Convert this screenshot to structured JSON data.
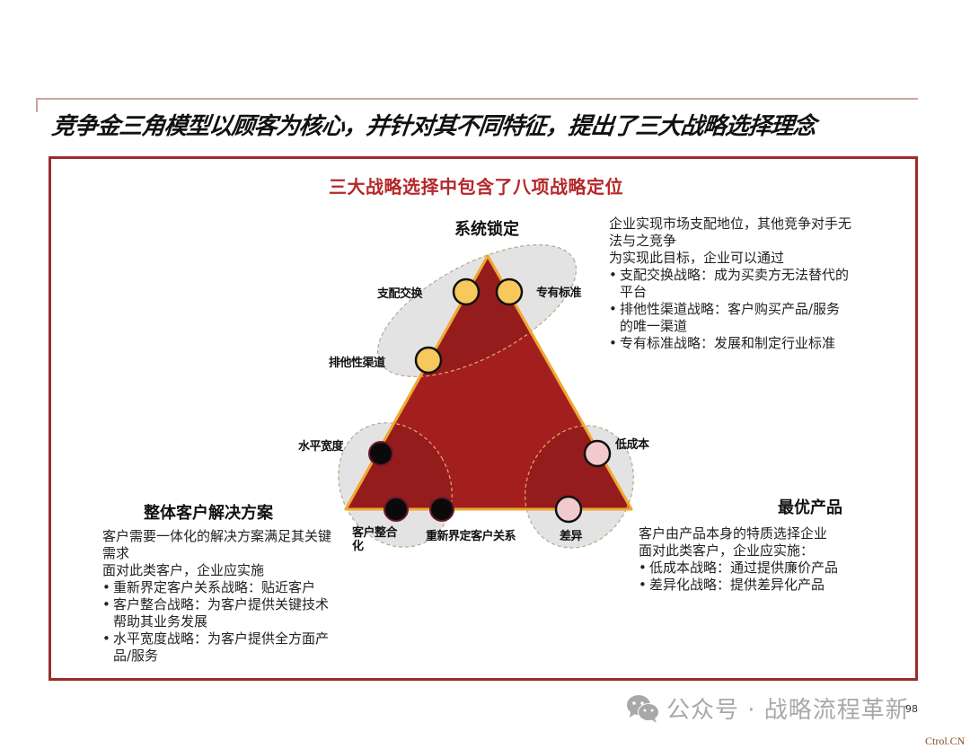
{
  "page": {
    "title": "竞争金三角模型以顾客为核心，并针对其不同特征，提出了三大战略选择理念",
    "page_number": "98"
  },
  "frame": {
    "title": "三大战略选择中包含了八项战略定位"
  },
  "colors": {
    "frame_border": "#9b2c2c",
    "frame_title": "#b5282a",
    "triangle_fill": "#a31f1f",
    "triangle_stroke": "#f0a830",
    "region_overlay": "#8b1a1a",
    "ellipse_fill": "#e3e3e3",
    "yellow_node": "#f7c85c",
    "black_node": "#0a0a0a",
    "pink_node": "#f2c9cc",
    "watermark": "#a8a8a8",
    "site_mark": "#8a4a1e"
  },
  "diagram": {
    "corners": {
      "top": {
        "title": "系统锁定"
      },
      "bottom_left": {
        "title": "整体客户解决方案"
      },
      "bottom_right": {
        "title": "最优产品"
      }
    },
    "nodes": [
      {
        "id": "dominant-exchange",
        "label": "支配交换",
        "group": "系统锁定",
        "color": "yellow"
      },
      {
        "id": "proprietary-standard",
        "label": "专有标准",
        "group": "系统锁定",
        "color": "yellow"
      },
      {
        "id": "restricted-access",
        "label": "排他性渠道",
        "group": "系统锁定",
        "color": "yellow"
      },
      {
        "id": "horizontal-breadth",
        "label": "水平宽度",
        "group": "整体客户解决方案",
        "color": "black"
      },
      {
        "id": "customer-integration",
        "label": "客户整合化",
        "group": "整体客户解决方案",
        "color": "black"
      },
      {
        "id": "redefine-relationship",
        "label": "重新界定客户关系",
        "group": "整体客户解决方案",
        "color": "black"
      },
      {
        "id": "low-cost",
        "label": "低成本",
        "group": "最优产品",
        "color": "pink"
      },
      {
        "id": "differentiation",
        "label": "差异",
        "group": "最优产品",
        "color": "pink"
      }
    ]
  },
  "descriptions": {
    "system_lockin": {
      "intro": [
        "企业实现市场支配地位，其他竞争对手无法与之竞争",
        "为实现此目标，企业可以通过"
      ],
      "bullets": [
        "支配交换战略：成为买卖方无法替代的平台",
        "排他性渠道战略：客户购买产品/服务的唯一渠道",
        "专有标准战略：发展和制定行业标准"
      ]
    },
    "total_solution": {
      "intro": [
        "客户需要一体化的解决方案满足其关键需求",
        "面对此类客户，企业应实施"
      ],
      "bullets": [
        "重新界定客户关系战略：贴近客户",
        "客户整合战略：为客户提供关键技术帮助其业务发展",
        "水平宽度战略：为客户提供全方面产品/服务"
      ]
    },
    "best_product": {
      "intro": [
        "客户由产品本身的特质选择企业",
        "面对此类客户，企业应实施："
      ],
      "bullets": [
        "低成本战略：通过提供廉价产品",
        "差异化战略：提供差异化产品"
      ]
    }
  },
  "watermark": {
    "icon": "wechat-icon",
    "text": "公众号 · 战略流程革新"
  },
  "site_mark": "Ctrol.CN"
}
